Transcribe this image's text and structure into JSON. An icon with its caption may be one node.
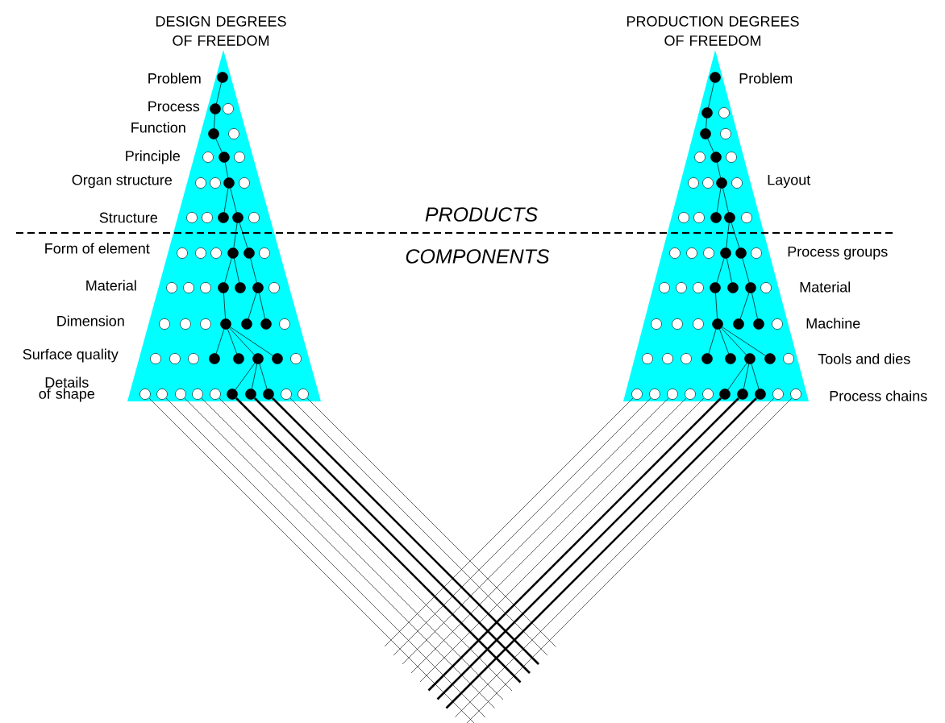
{
  "diagram": {
    "nodes": [
      {
        "text": [
          "DESIGN DEGREES OF FREEDOM"
        ]
      },
      {
        "text": [
          "PRODUCTION DEGREES OF FREEDOM"
        ]
      }
    ],
    "labels": [
      "Problem",
      "Process",
      "Function",
      "Principle",
      "Organ structure",
      "Structure",
      "Form of element",
      "Material",
      "Dimension",
      "Surface quality",
      "Details of shape",
      "PRODUCTS",
      "COMPONENTS",
      "Problem",
      "Layout",
      "Process groups",
      "Material",
      "Machine",
      "Tools and dies",
      "Process chains"
    ]
  }
}
